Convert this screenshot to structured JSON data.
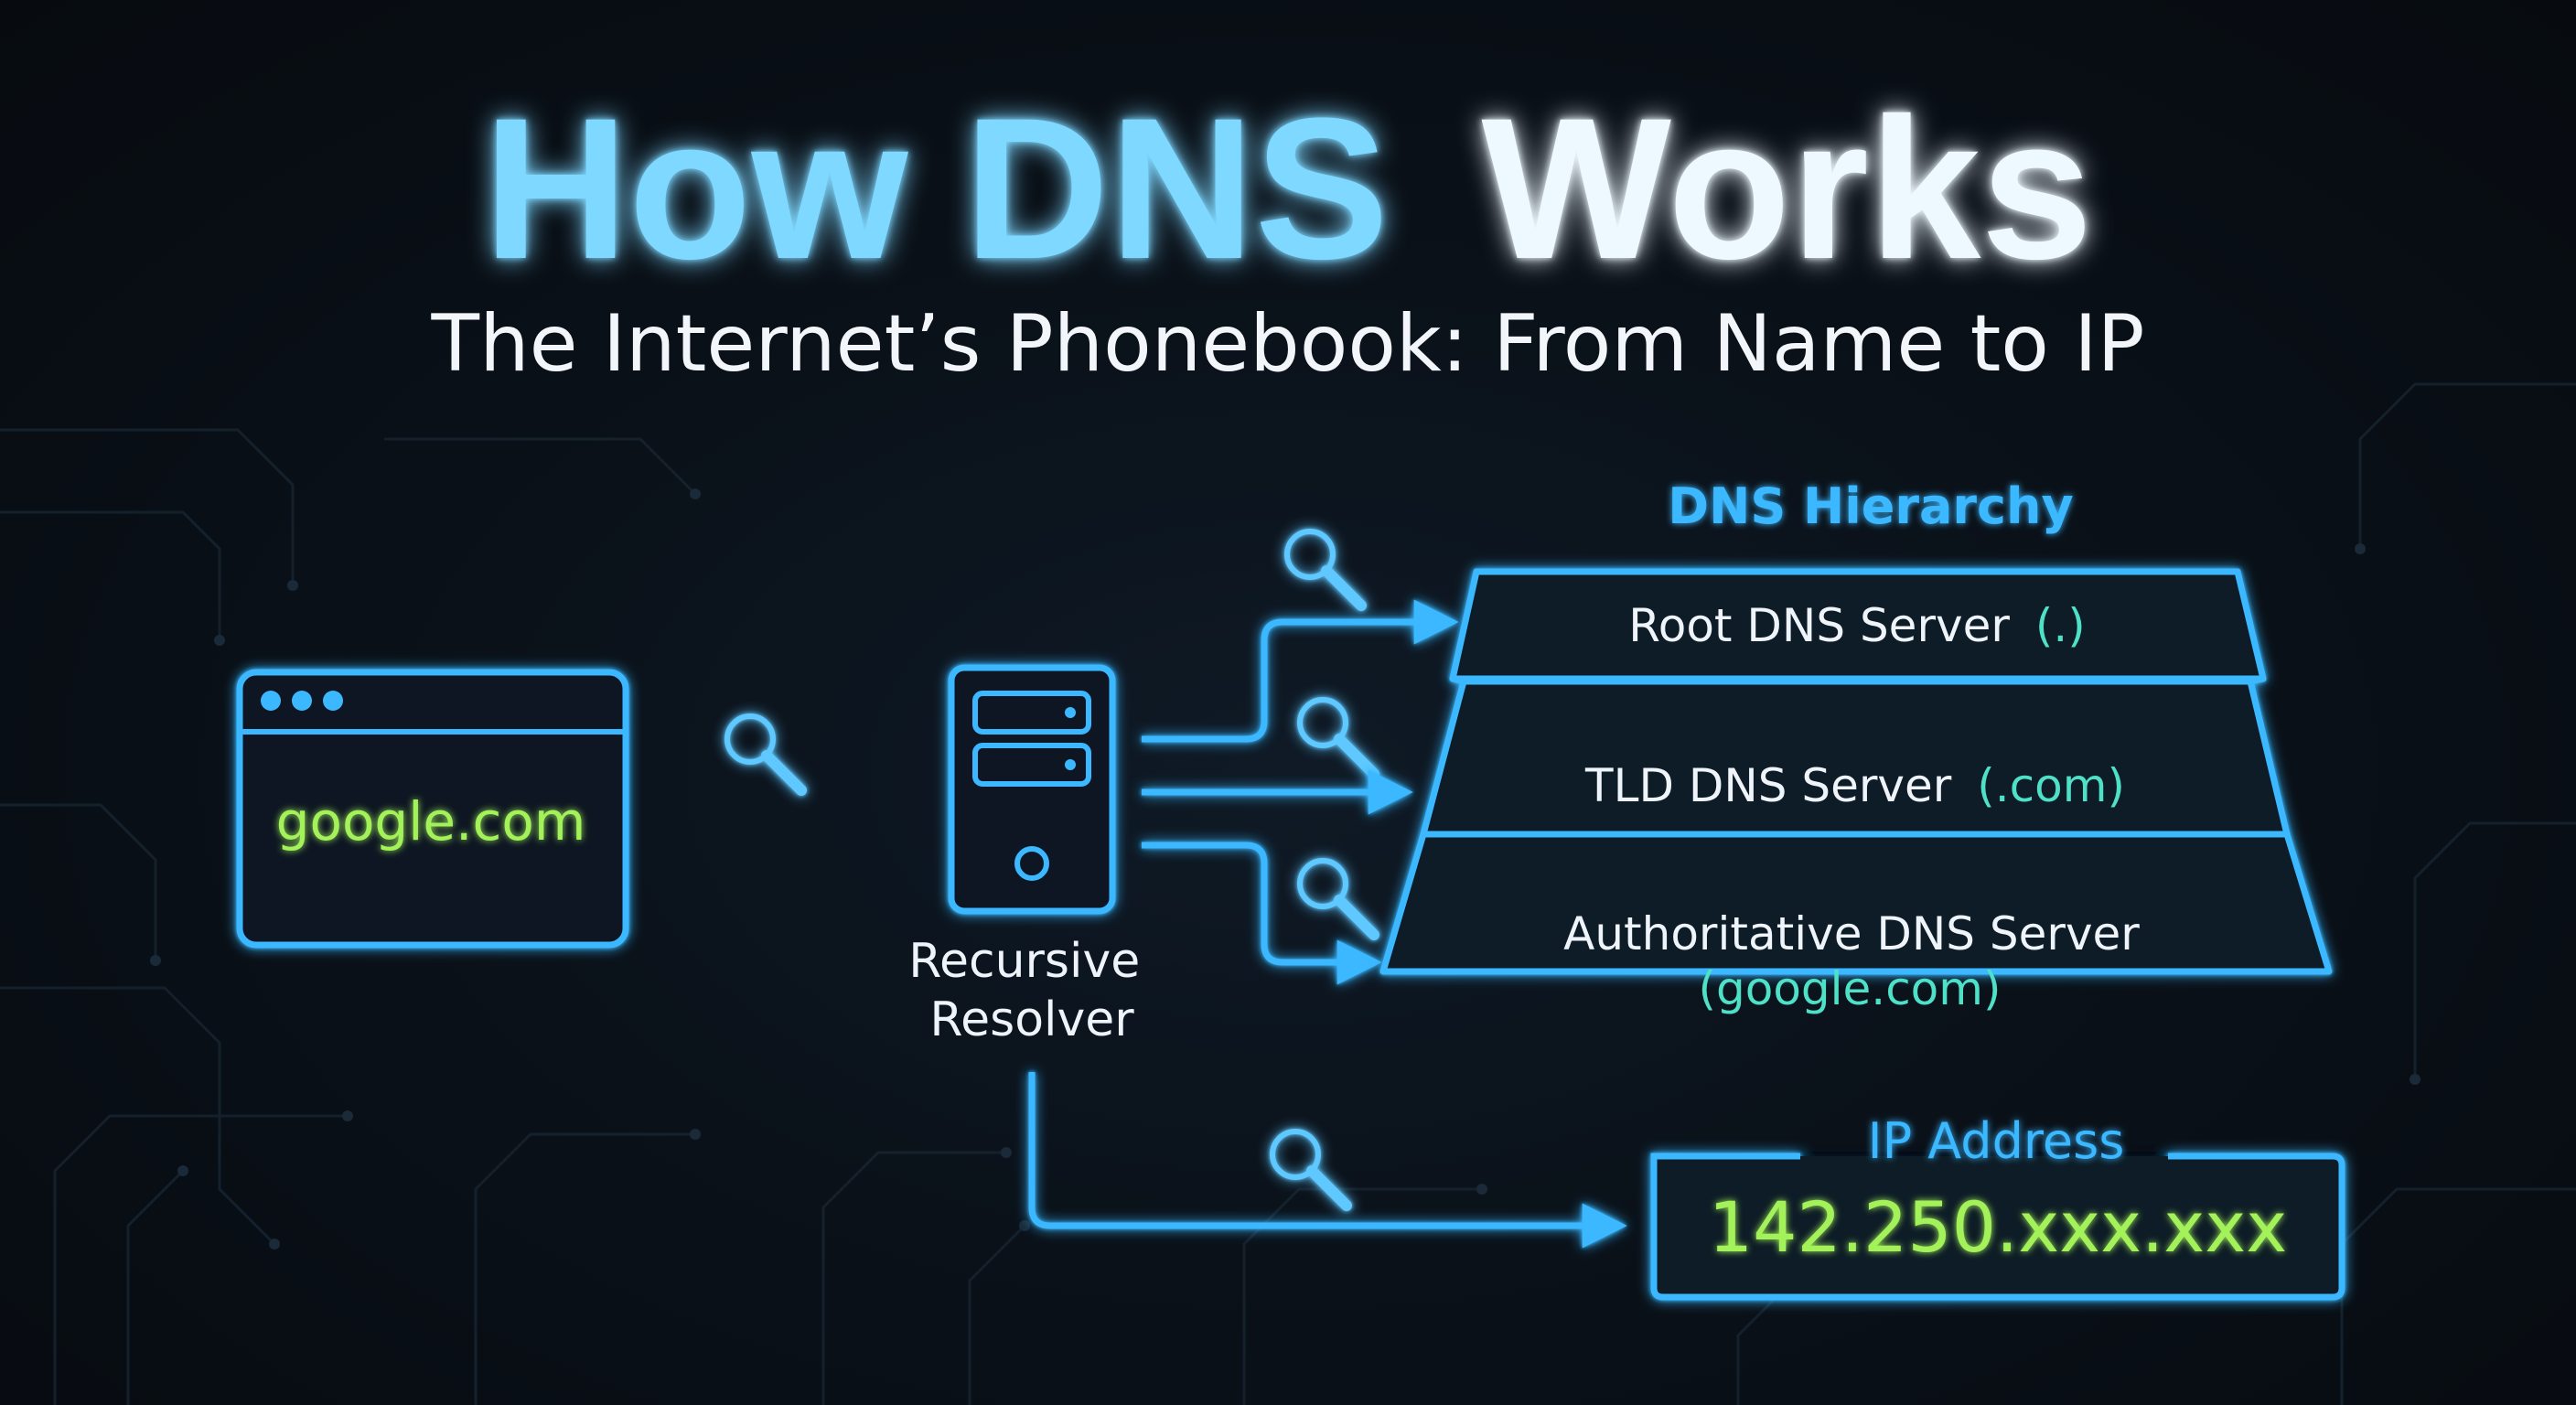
{
  "title": {
    "part1": "How DNS",
    "part2": "Works"
  },
  "subtitle": "The Internet’s Phonebook: From Name to IP",
  "browser": {
    "url": "google.com"
  },
  "resolver": {
    "line1": "Recursive",
    "line2": "Resolver"
  },
  "hierarchy": {
    "heading": "DNS Hierarchy",
    "root": {
      "label": "Root DNS Server",
      "suffix": "(.)"
    },
    "tld": {
      "label": "TLD DNS Server",
      "suffix": "(.com)"
    },
    "auth": {
      "label": "Authoritative DNS Server",
      "suffix": "(google.com)"
    }
  },
  "ip": {
    "label": "IP Address",
    "value": "142.250.xxx.xxx"
  },
  "colors": {
    "background": "#0a0f16",
    "neon_blue": "#3ab8ff",
    "title_blue": "#7fd8ff",
    "green": "#a4f25a",
    "teal": "#4fe0c8"
  }
}
